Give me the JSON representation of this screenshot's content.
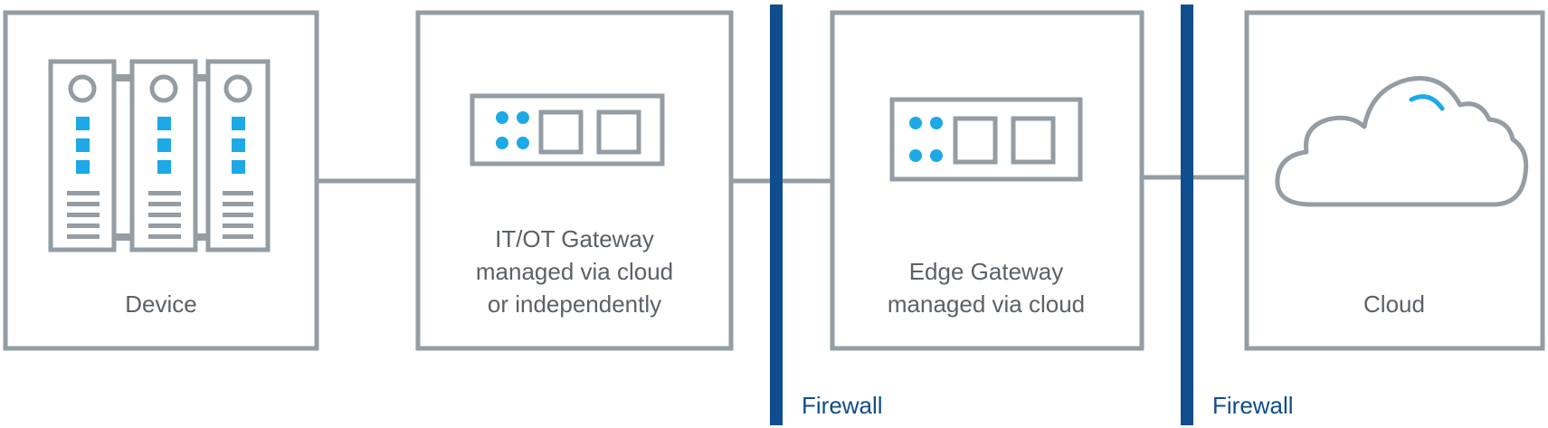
{
  "nodes": {
    "device": {
      "label": "Device"
    },
    "it_ot_gateway": {
      "lines": [
        "IT/OT Gateway",
        "managed via cloud",
        "or independently"
      ]
    },
    "edge_gateway": {
      "lines": [
        "Edge Gateway",
        "managed via cloud"
      ]
    },
    "cloud": {
      "label": "Cloud"
    }
  },
  "firewalls": [
    {
      "label": "Firewall"
    },
    {
      "label": "Firewall"
    }
  ],
  "colors": {
    "outline": "#949da3",
    "accent": "#1ca9e6",
    "firewall": "#0f4d8c",
    "text": "#5b6166"
  }
}
